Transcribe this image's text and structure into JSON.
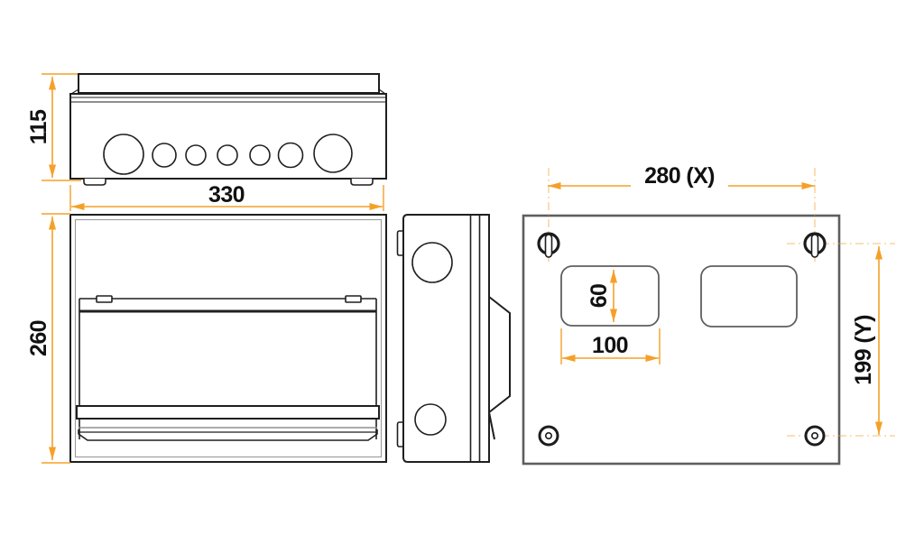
{
  "page": {
    "background": "#ffffff",
    "kind": "technical dimension drawing"
  },
  "colors": {
    "dimension": "#f5a028",
    "line": "#1f1f1f",
    "secondary": "#8f8f8f",
    "paneledge": "#5e5e5e"
  },
  "views": {
    "top": {
      "title": "top view",
      "dimensions": {
        "height": "115",
        "width": "330"
      }
    },
    "front": {
      "title": "front view",
      "dimensions": {
        "height": "260"
      }
    },
    "side": {
      "title": "side view"
    },
    "back": {
      "title": "back view",
      "dimensions": {
        "hole_spacing_x": "280 (X)",
        "hole_spacing_y": "199 (Y)",
        "cutout_height": "60",
        "cutout_width": "100"
      }
    }
  }
}
